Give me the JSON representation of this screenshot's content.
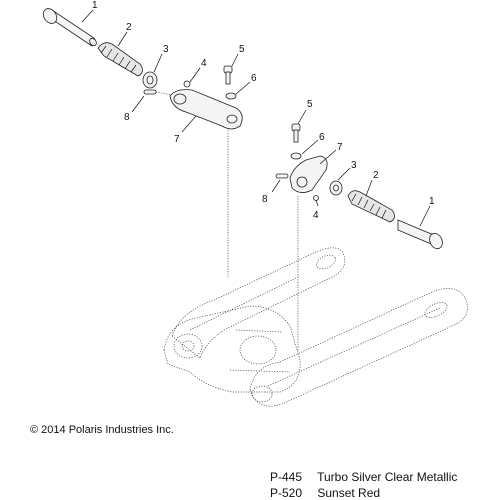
{
  "callouts": {
    "left": [
      "1",
      "2",
      "3",
      "4",
      "5",
      "6",
      "7",
      "8"
    ],
    "right": [
      "5",
      "6",
      "7",
      "3",
      "2",
      "1",
      "8",
      "4"
    ]
  },
  "copyright": "© 2014 Polaris Industries Inc.",
  "color_codes": [
    {
      "code": "P-445",
      "name": "Turbo Silver Clear Metallic"
    },
    {
      "code": "P-520",
      "name": "Sunset Red"
    }
  ]
}
